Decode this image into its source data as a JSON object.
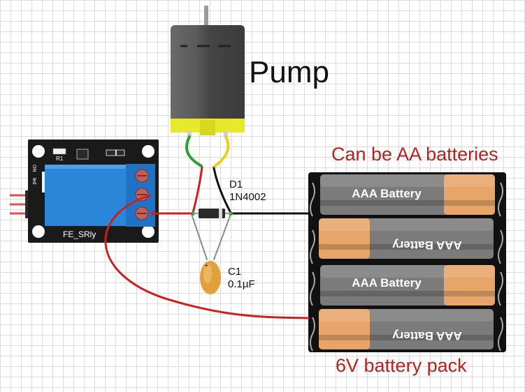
{
  "labels": {
    "pump": "Pump",
    "battery_note": "Can be AA batteries",
    "battery_pack": "6V battery pack",
    "diode_ref": "D1",
    "diode_part": "1N4002",
    "cap_ref": "C1",
    "cap_value": "0.1µF",
    "relay_name": "FE_SRly",
    "relay_r1": "R1",
    "relay_side_top": "ON",
    "relay_side_bottom": "led"
  },
  "battery_cells": [
    {
      "label": "AAA Battery",
      "orientation": "normal"
    },
    {
      "label": "AAA Battery",
      "orientation": "flipped"
    },
    {
      "label": "AAA Battery",
      "orientation": "normal"
    },
    {
      "label": "AAA Battery",
      "orientation": "flipped"
    }
  ],
  "colors": {
    "wire_red": "#cc1f1f",
    "wire_black": "#111111",
    "wire_green": "#2e9e2e",
    "wire_yellow": "#e6d01a",
    "label_red": "#b3231f",
    "relay_board": "#1a1a1a",
    "relay_body": "#2a86d8",
    "terminal_block": "#1f72c4",
    "motor_body": "#5d5d5d",
    "motor_endcap": "#e7ea2a",
    "capacitor": "#e2a03a",
    "battery_orange": "#e8a56a",
    "battery_grey": "#7b7b7b"
  }
}
